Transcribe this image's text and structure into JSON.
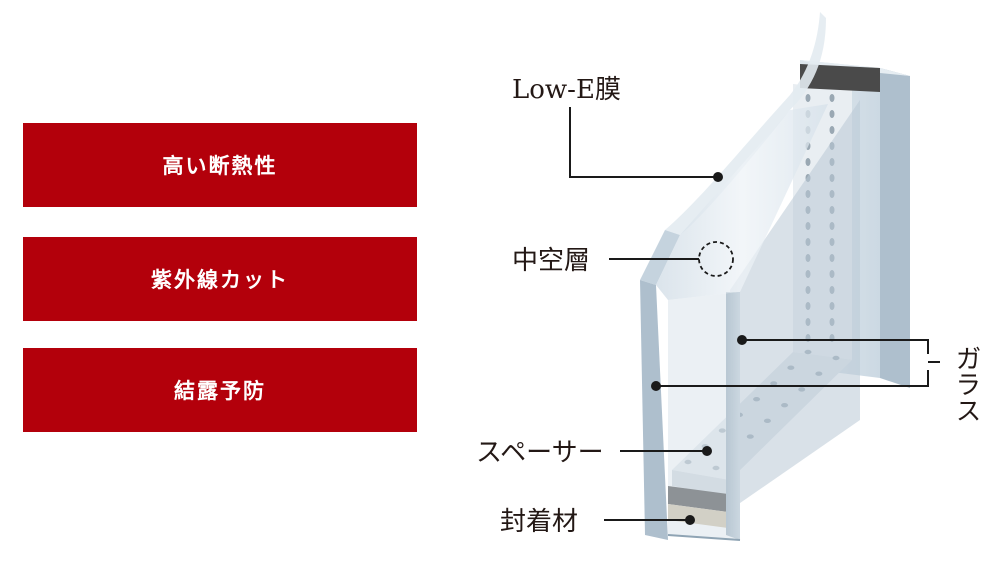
{
  "colors": {
    "feature_bg": "#b3000b",
    "line": "#1a1a1a"
  },
  "features": [
    {
      "label": "高い断熱性"
    },
    {
      "label": "紫外線カット"
    },
    {
      "label": "結露予防"
    }
  ],
  "diagram": {
    "labels": {
      "low_e": "Low-E膜",
      "air_layer": "中空層",
      "glass": "ガラス",
      "spacer": "スペーサー",
      "sealant": "封着材"
    }
  }
}
